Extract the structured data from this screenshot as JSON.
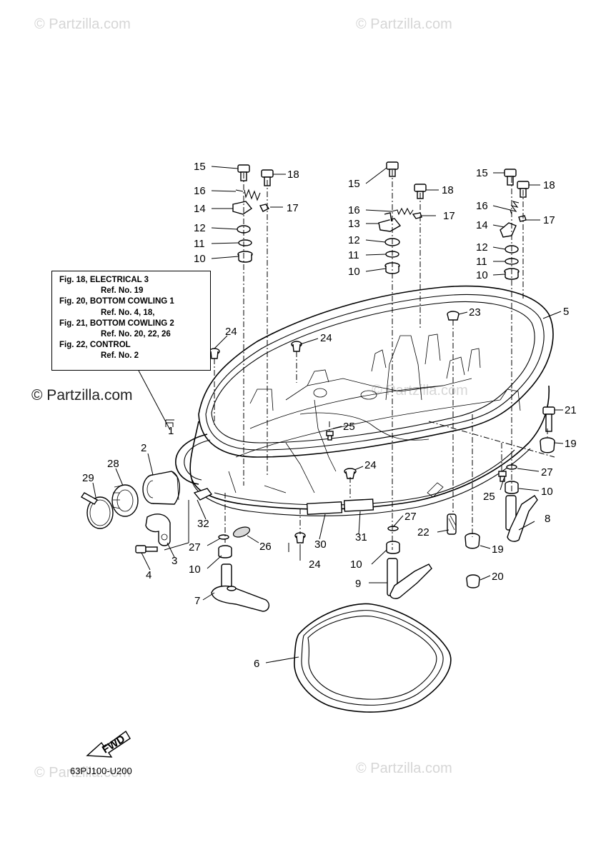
{
  "watermarks": {
    "brand": "© Partzilla.com",
    "faint": "© Partzilla.com"
  },
  "reference_box": [
    {
      "fig": "Fig. 18, ELECTRICAL 3",
      "ref": "Ref. No. 19"
    },
    {
      "fig": "Fig. 20, BOTTOM COWLING 1",
      "ref": "Ref. No. 4, 18,"
    },
    {
      "fig": "Fig. 21, BOTTOM COWLING 2",
      "ref": "Ref. No. 20, 22, 26"
    },
    {
      "fig": "Fig. 22, CONTROL",
      "ref": "Ref. No. 2"
    }
  ],
  "part_code": "63PJ100-U200",
  "fwd_label": "FWD",
  "callouts": {
    "n1": "1",
    "n2": "2",
    "n3": "3",
    "n4": "4",
    "n5": "5",
    "n6": "6",
    "n7": "7",
    "n8": "8",
    "n9": "9",
    "n10": "10",
    "n11": "11",
    "n12": "12",
    "n13": "13",
    "n14": "14",
    "n15": "15",
    "n16": "16",
    "n17": "17",
    "n18": "18",
    "n19": "19",
    "n20": "20",
    "n21": "21",
    "n22": "22",
    "n23": "23",
    "n24": "24",
    "n25": "25",
    "n26": "26",
    "n27": "27",
    "n28": "28",
    "n29": "29",
    "n30": "30",
    "n31": "31",
    "n32": "32"
  },
  "colors": {
    "line": "#000000",
    "watermark": "#d6d6d6",
    "background": "#ffffff"
  }
}
